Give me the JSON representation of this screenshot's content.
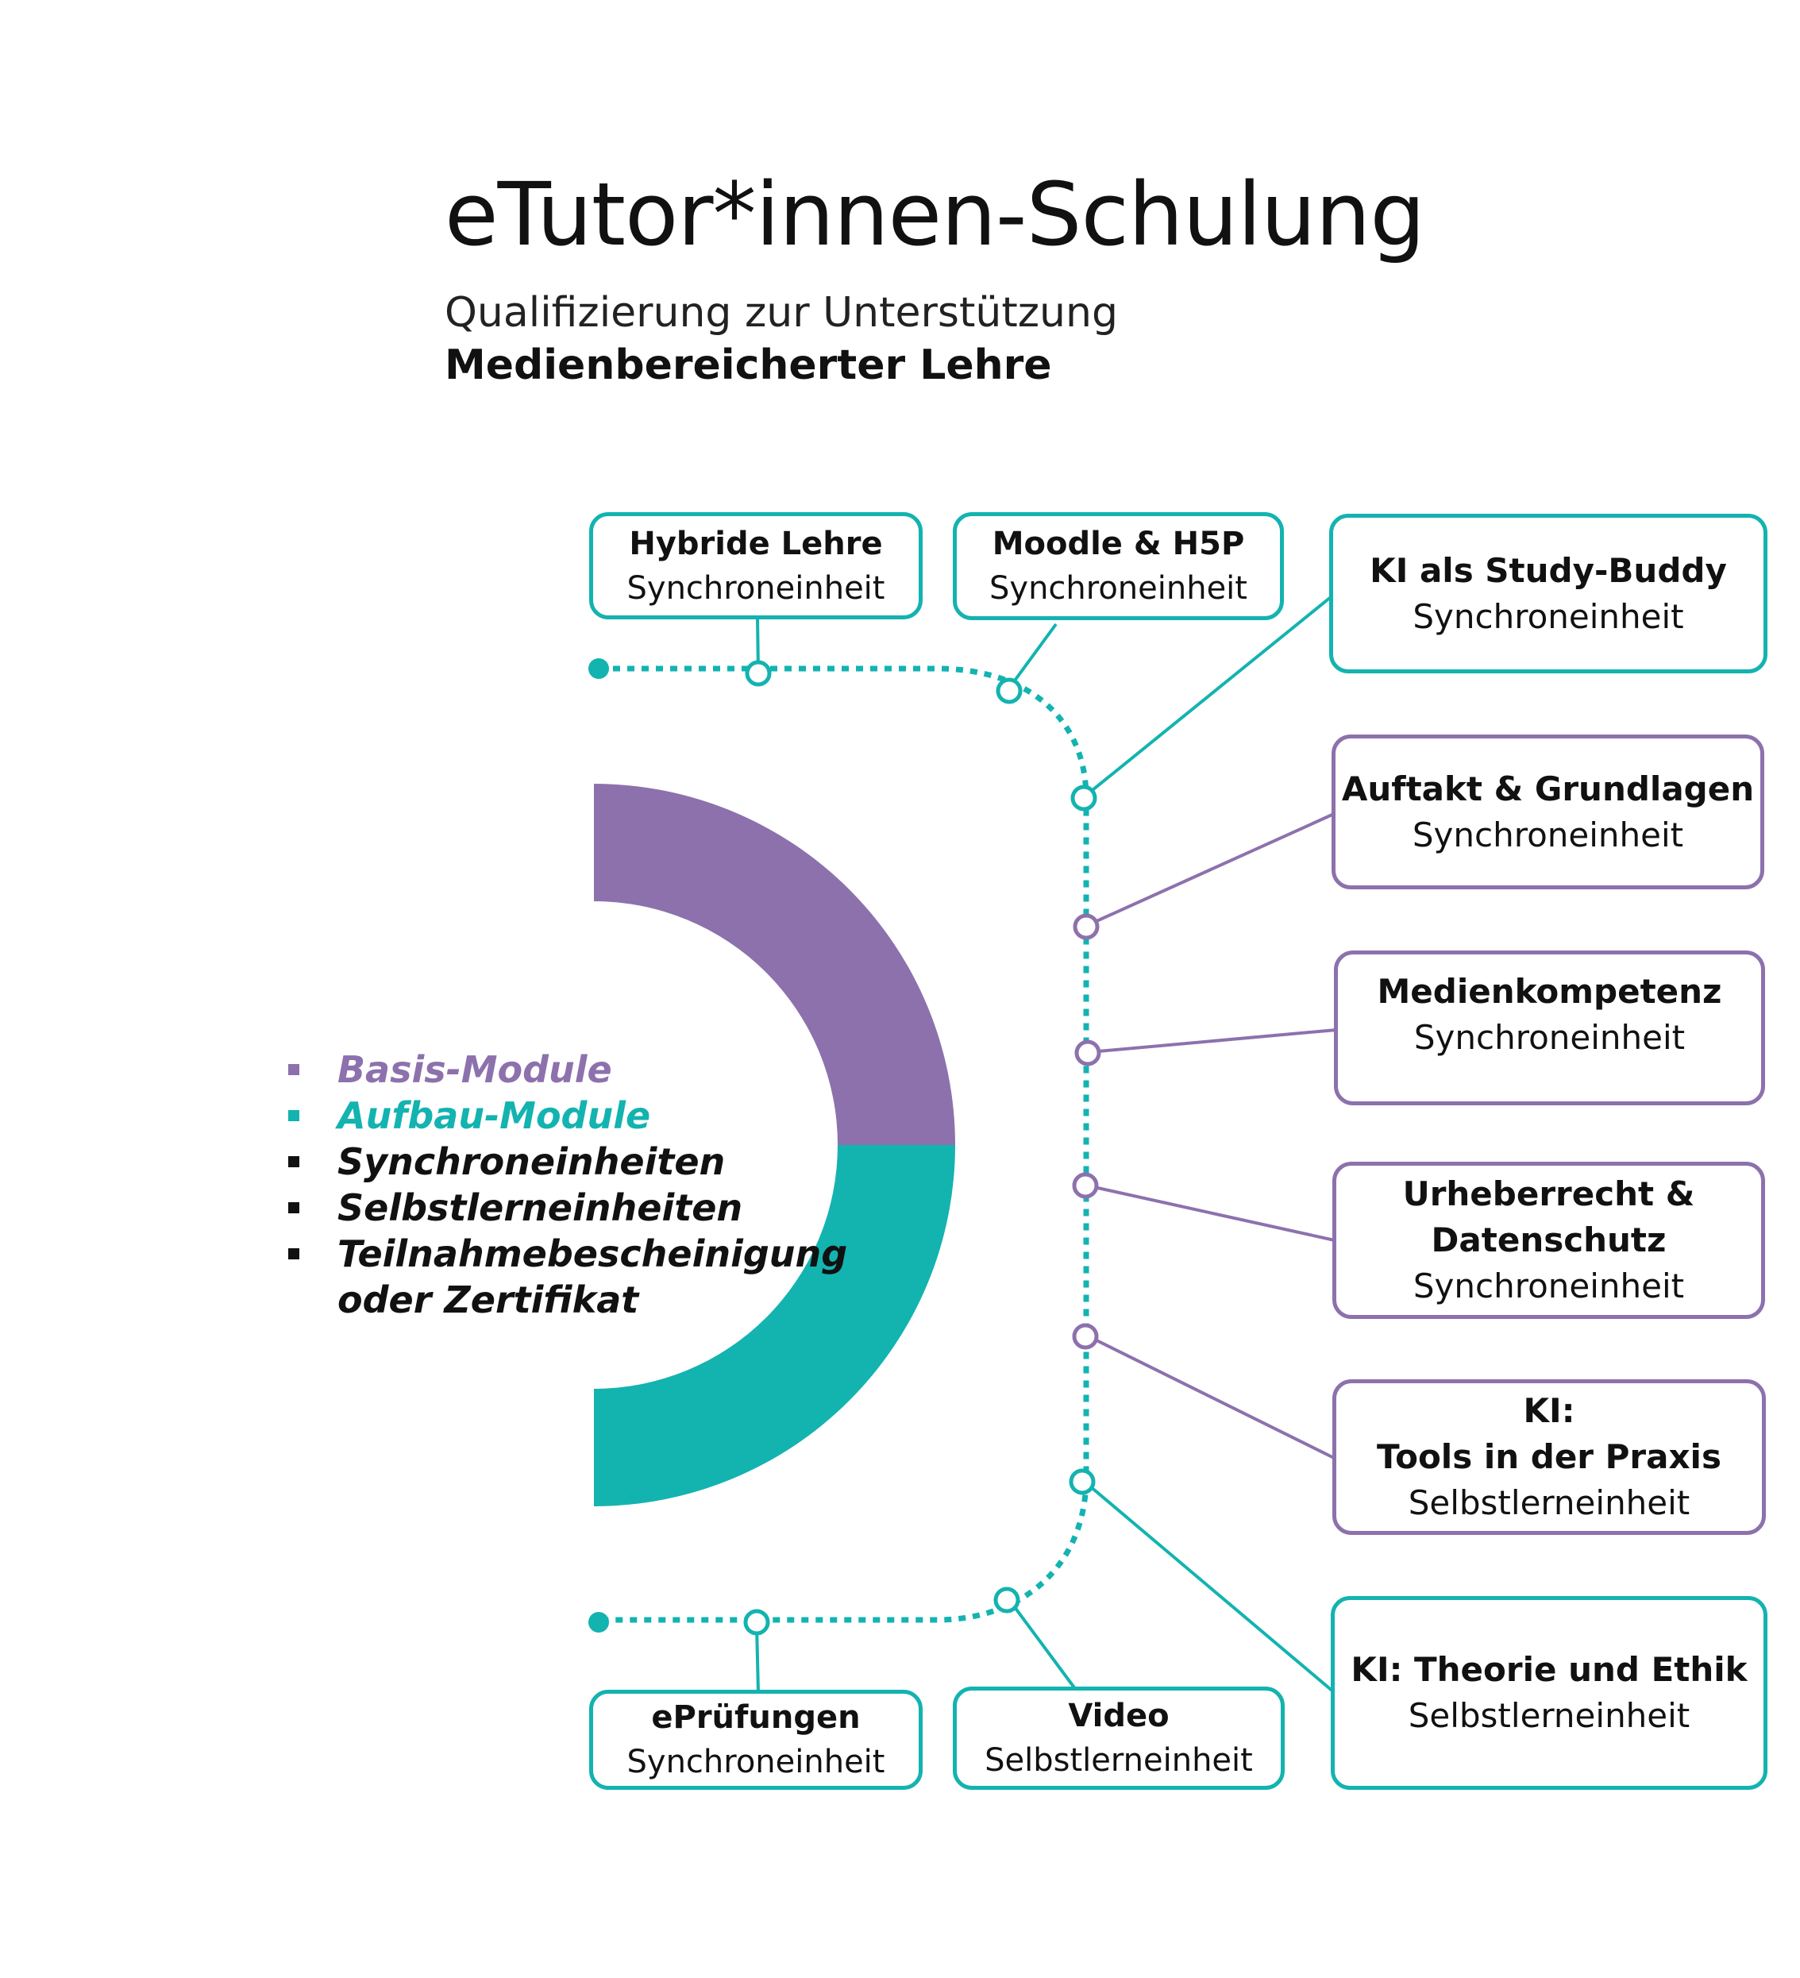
{
  "header": {
    "title": "eTutor*innen-Schulung",
    "subtitle_line1": "Qualifizierung zur Unterstützung",
    "subtitle_line2": "Medienbereicherter Lehre"
  },
  "colors": {
    "teal": "#13b3b0",
    "purple": "#8d71ad",
    "text": "#111111"
  },
  "legend": {
    "items": [
      {
        "label": "Basis-Module",
        "color": "#8d71ad"
      },
      {
        "label": "Aufbau-Module",
        "color": "#13b3b0"
      },
      {
        "label": "Synchroneinheiten",
        "color": "#111111"
      },
      {
        "label": "Selbstlerneinheiten",
        "color": "#111111"
      },
      {
        "label": "Teilnahmebescheinigung",
        "label_line2": "oder Zertifikat",
        "color": "#111111"
      }
    ]
  },
  "modules": [
    {
      "title": "Hybride Lehre",
      "type": "Synchroneinheit",
      "group": "aufbau"
    },
    {
      "title": "Moodle & H5P",
      "type": "Synchroneinheit",
      "group": "aufbau"
    },
    {
      "title": "KI als Study-Buddy",
      "type": "Synchroneinheit",
      "group": "aufbau"
    },
    {
      "title": "Auftakt & Grundlagen",
      "type": "Synchroneinheit",
      "group": "basis"
    },
    {
      "title": "Medienkompetenz",
      "type": "Synchroneinheit",
      "group": "basis"
    },
    {
      "title": "Urheberrecht &",
      "title_line2": "Datenschutz",
      "type": "Synchroneinheit",
      "group": "basis"
    },
    {
      "title": "KI:",
      "title_line2": "Tools in der Praxis",
      "type": "Selbstlerneinheit",
      "group": "basis"
    },
    {
      "title": "KI: Theorie und Ethik",
      "type": "Selbstlerneinheit",
      "group": "aufbau"
    },
    {
      "title": "ePrüfungen",
      "type": "Synchroneinheit",
      "group": "aufbau"
    },
    {
      "title": "Video",
      "type": "Selbstlerneinheit",
      "group": "aufbau"
    }
  ]
}
